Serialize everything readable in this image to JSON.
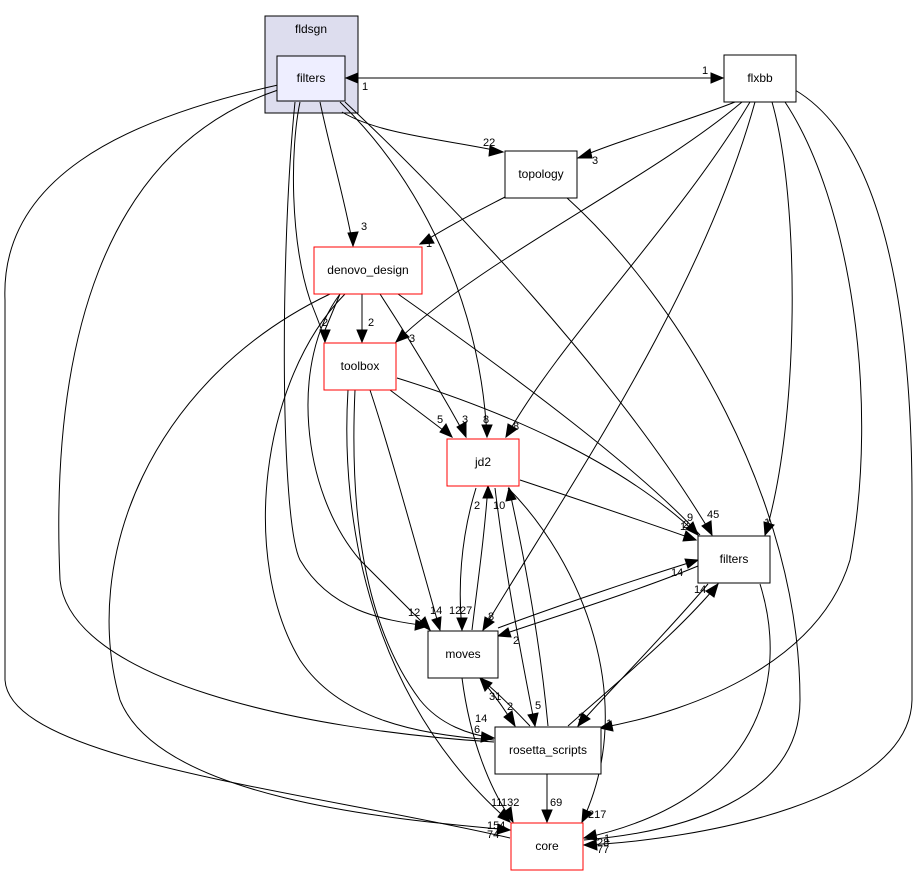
{
  "cluster": {
    "label": "fldsgn"
  },
  "nodes": {
    "fldsgn_filters": "filters",
    "flxbb": "flxbb",
    "topology": "topology",
    "denovo_design": "denovo_design",
    "toolbox": "toolbox",
    "jd2": "jd2",
    "filters": "filters",
    "moves": "moves",
    "rosetta_scripts": "rosetta_scripts",
    "core": "core"
  },
  "edge_labels": {
    "fldsgn_to_flxbb": "1",
    "flxbb_to_fldsgn": "1",
    "fldsgn_to_topology": "22",
    "flxbb_to_topology": "3",
    "fldsgn_to_denovo": "3",
    "topology_to_denovo": "1",
    "denovo_to_toolbox_a": "2",
    "denovo_to_toolbox_b": "2",
    "flxbb_to_toolbox": "3",
    "toolbox_to_jd2": "5",
    "denovo_to_jd2": "3",
    "fldsgn_to_jd2": "8",
    "flxbb_to_jd2": "8",
    "toolbox_to_filters": "9",
    "jd2_to_filters": "1",
    "denovo_to_filters": "2",
    "fldsgn_to_filters": "45",
    "flxbb_to_filters": "1",
    "jd2_to_moves": "2",
    "moves_to_jd2": "10",
    "fldsgn_to_moves": "12",
    "toolbox_to_moves": "14",
    "denovo_to_moves": "12",
    "flxbb_to_moves_a": "27",
    "flxbb_to_moves_b": "8",
    "filters_to_moves": "14",
    "moves_to_filters": "2",
    "rs_to_filters": "14",
    "moves_to_rs": "31",
    "rs_to_moves": "2",
    "jd2_to_rs": "5",
    "filters_to_rs": "3",
    "toolbox_to_rs": "14",
    "fldsgn_to_rs": "6",
    "rs_to_core": "69",
    "moves_to_core_a": "132",
    "moves_to_core_b": "11",
    "jd2_to_core": "217",
    "toolbox_to_core": "1",
    "denovo_to_core": "154",
    "fldsgn_to_core": "74",
    "filters_to_core": "28",
    "flxbb_to_core": "77",
    "topology_to_core": "1"
  }
}
